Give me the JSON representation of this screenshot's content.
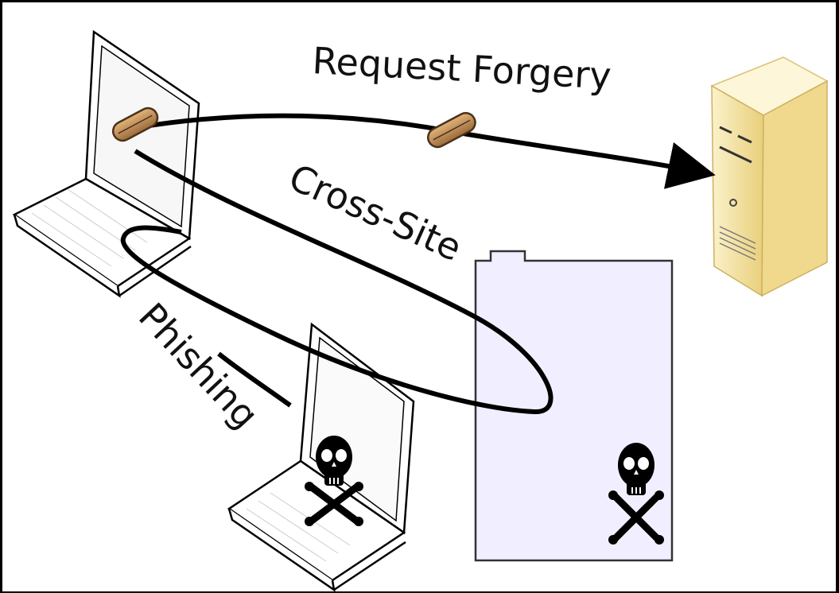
{
  "labels": {
    "request_forgery": "Request Forgery",
    "cross_site": "Cross-Site",
    "phishing": "Phishing"
  },
  "colors": {
    "background": "#ffffff",
    "line": "#000000",
    "cookie": "#c9955a",
    "server": "#f6e7ae",
    "page": "#f1efff"
  },
  "icons": [
    "victim-laptop-icon",
    "attacker-laptop-icon",
    "server-icon",
    "malicious-page-icon",
    "cookie-icon",
    "skull-crossbones-icon"
  ]
}
